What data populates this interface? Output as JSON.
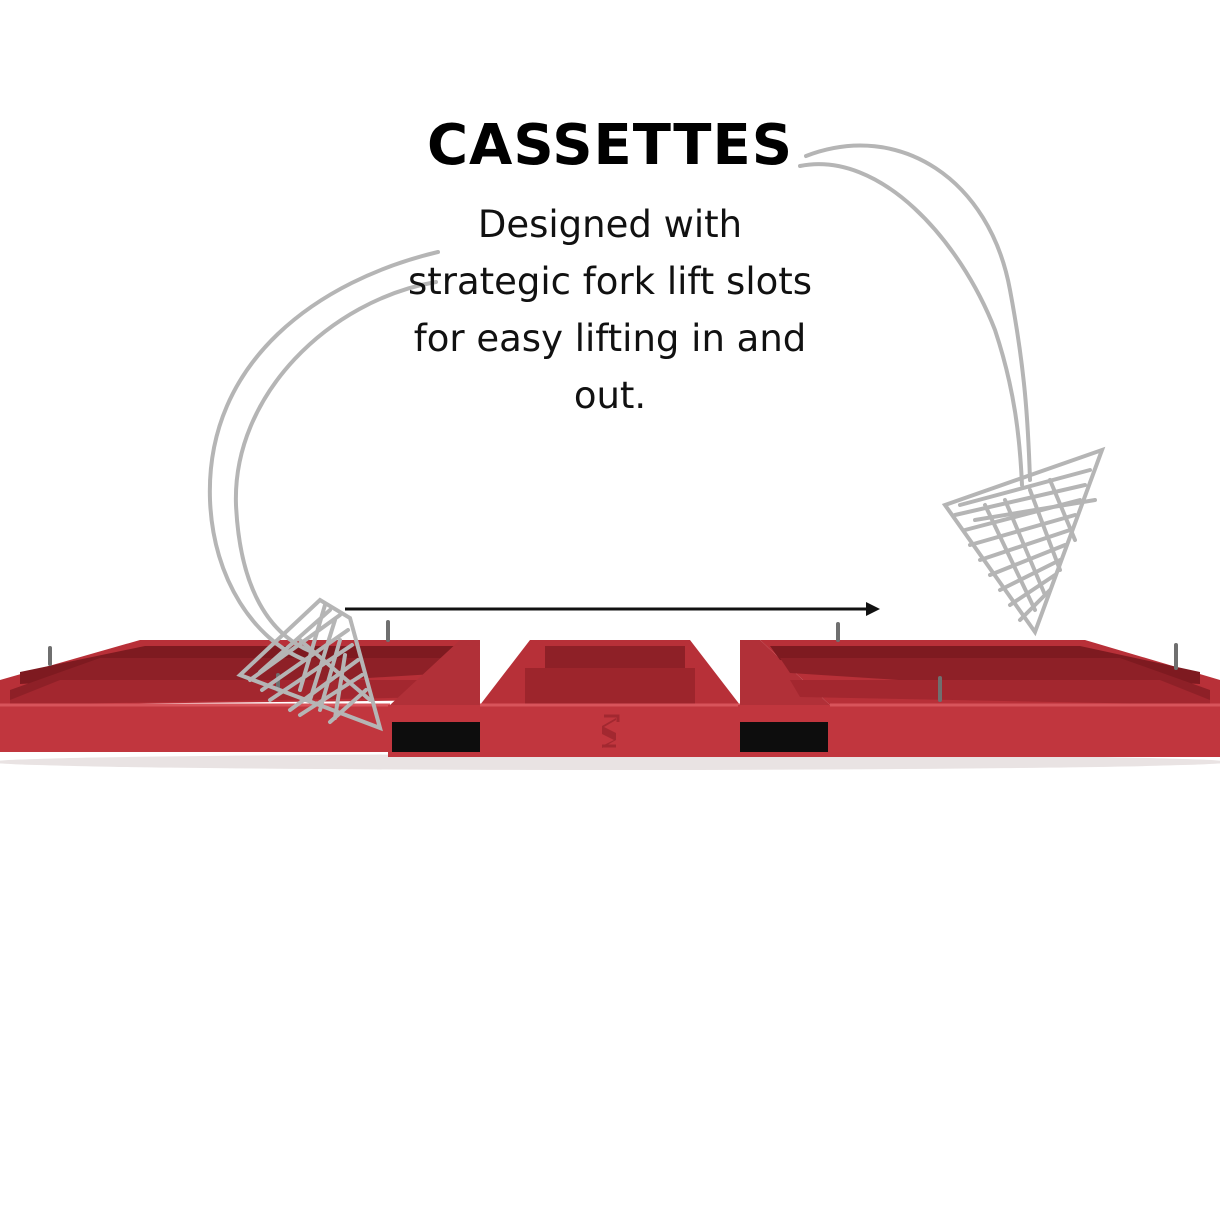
{
  "headline": "CASSETTES",
  "description": "Designed with strategic fork lift slots for easy lifting in and out.",
  "colors": {
    "frame_red": "#c1363e",
    "frame_dark": "#8e2027",
    "slot_black": "#0d0d0d",
    "arrow_grey": "#b5b5b5",
    "text": "#000000",
    "background": "#ffffff"
  },
  "icons": {
    "left_arrow": "hand-drawn-curved-arrow",
    "right_arrow": "hand-drawn-curved-arrow",
    "direction_arrow": "straight-arrow-right",
    "logo": "brand-s-emblem"
  }
}
